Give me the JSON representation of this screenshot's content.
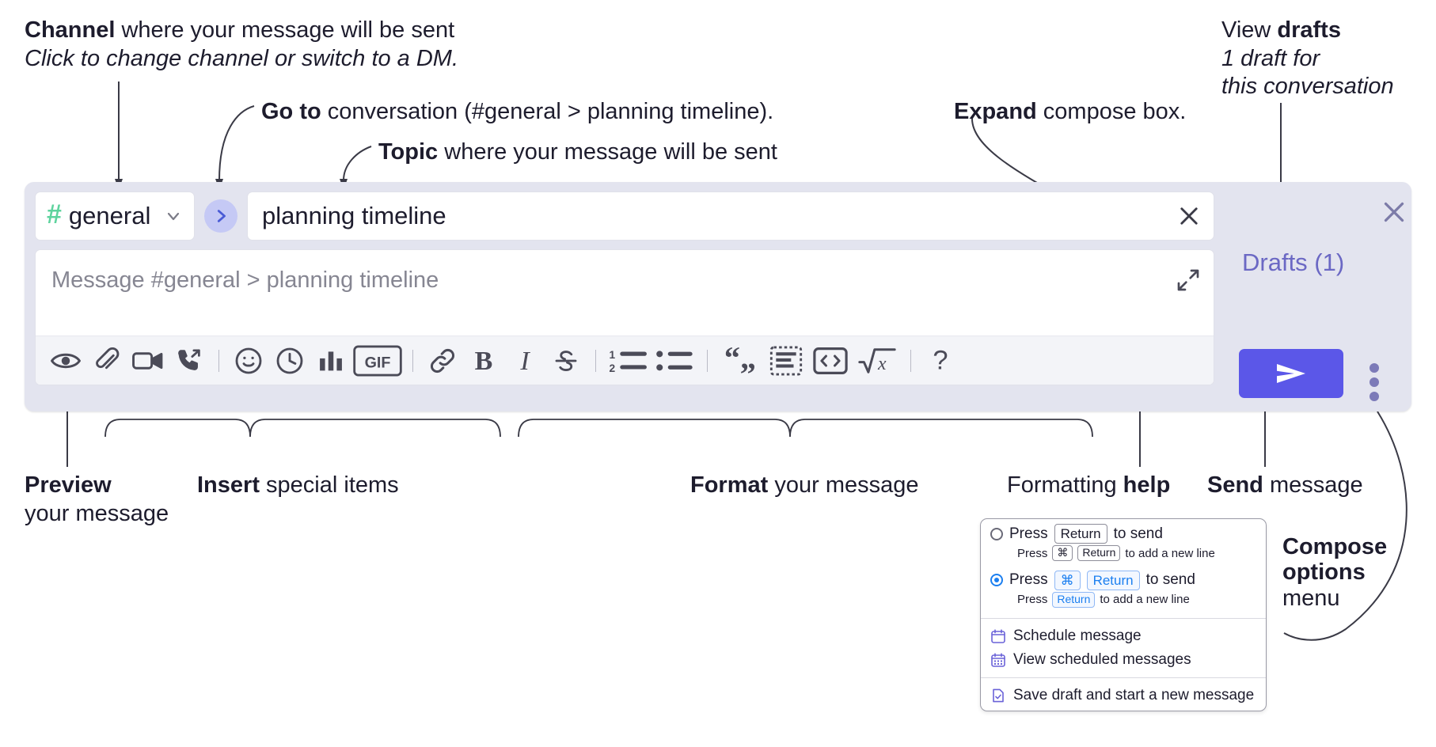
{
  "annotations": {
    "channel": {
      "bold": "Channel",
      "rest": " where your message will be sent",
      "italic": "Click to change channel or switch to a DM."
    },
    "goto": {
      "bold": "Go to",
      "rest": " conversation (#general > planning timeline)."
    },
    "topic": {
      "bold": "Topic",
      "rest": " where your message will be sent"
    },
    "expand": {
      "bold": "Expand",
      "rest": " compose box."
    },
    "drafts": {
      "plain": "View ",
      "bold": "drafts",
      "italic1": "1 draft for",
      "italic2": "this conversation"
    },
    "preview": {
      "bold": "Preview",
      "rest": "your message"
    },
    "insert": {
      "bold": "Insert",
      "rest": " special items"
    },
    "format": {
      "bold": "Format",
      "rest": " your message"
    },
    "help": {
      "plain": "Formatting ",
      "bold": "help"
    },
    "send": {
      "bold": "Send",
      "rest": " message"
    },
    "compose_options": {
      "bold1": "Compose",
      "bold2": "options",
      "rest": "menu"
    }
  },
  "compose": {
    "channel_name": "general",
    "hash_icon": "hash-icon",
    "hash_color": "#5ed39e",
    "chevron_icon": "chevron-down-icon",
    "goto_icon": "chevron-right-icon",
    "goto_bg": "#c5c9f5",
    "topic_value": "planning timeline",
    "topic_clear_icon": "close-icon",
    "message_placeholder": "Message #general > planning timeline",
    "expand_icon": "expand-icon",
    "drafts_label": "Drafts (1)",
    "drafts_color": "#6b68c4",
    "send_icon": "send-paper-plane-icon",
    "send_bg": "#5b57e8",
    "options_icon": "more-vertical-icon",
    "close_icon": "close-icon",
    "toolbar": [
      {
        "name": "preview-icon",
        "label": "Preview"
      },
      {
        "name": "attachment-paperclip-icon",
        "label": "Attach file"
      },
      {
        "name": "video-camera-icon",
        "label": "Video clip"
      },
      {
        "name": "phone-forward-icon",
        "label": "Audio clip"
      },
      {
        "name": "separator",
        "label": ""
      },
      {
        "name": "emoji-smiley-icon",
        "label": "Emoji"
      },
      {
        "name": "clock-icon",
        "label": "Reminder"
      },
      {
        "name": "bar-chart-icon",
        "label": "Poll"
      },
      {
        "name": "gif-icon",
        "label": "GIF"
      },
      {
        "name": "separator",
        "label": ""
      },
      {
        "name": "link-icon",
        "label": "Link"
      },
      {
        "name": "bold-icon",
        "label": "B"
      },
      {
        "name": "italic-icon",
        "label": "I"
      },
      {
        "name": "strikethrough-icon",
        "label": "S"
      },
      {
        "name": "separator",
        "label": ""
      },
      {
        "name": "ordered-list-icon",
        "label": "Ordered list"
      },
      {
        "name": "bulleted-list-icon",
        "label": "Bulleted list"
      },
      {
        "name": "separator",
        "label": ""
      },
      {
        "name": "blockquote-icon",
        "label": "Blockquote"
      },
      {
        "name": "code-block-icon",
        "label": "Code block"
      },
      {
        "name": "inline-code-icon",
        "label": "Code"
      },
      {
        "name": "math-sqrt-icon",
        "label": "Math"
      },
      {
        "name": "separator",
        "label": ""
      },
      {
        "name": "help-question-icon",
        "label": "?"
      }
    ]
  },
  "menu": {
    "options": [
      {
        "selected": false,
        "press": "Press",
        "key": "Return",
        "tail": "to send",
        "sub_press": "Press",
        "sub_key1": "⌘",
        "sub_key2": "Return",
        "sub_tail": "to add a new line"
      },
      {
        "selected": true,
        "press": "Press",
        "key1": "⌘",
        "key2": "Return",
        "tail": "to send",
        "sub_press": "Press",
        "sub_key": "Return",
        "sub_tail": "to add a new line"
      }
    ],
    "items": [
      {
        "icon": "calendar-icon",
        "label": "Schedule message"
      },
      {
        "icon": "calendar-grid-icon",
        "label": "View scheduled messages"
      },
      {
        "icon": "save-draft-icon",
        "label": "Save draft and start a new message"
      }
    ],
    "accent": "#6a62d8"
  }
}
